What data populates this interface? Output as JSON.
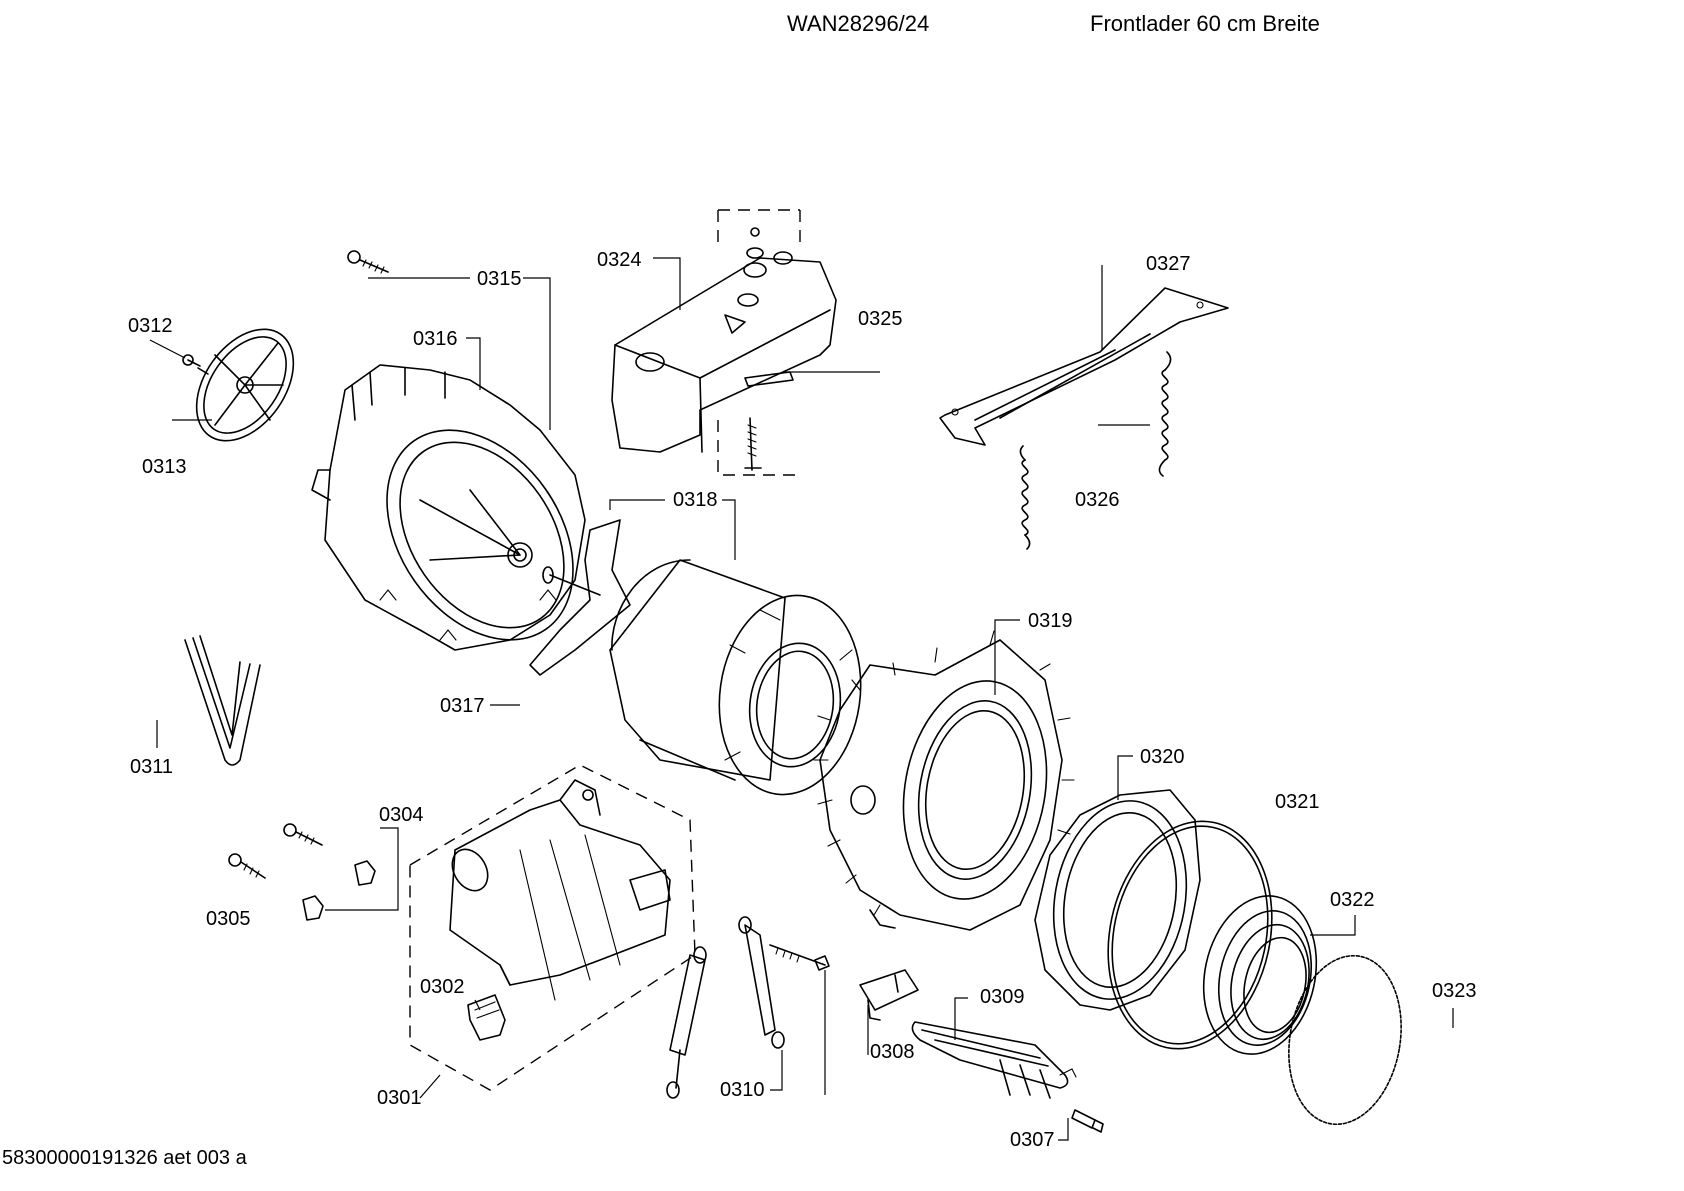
{
  "header": {
    "model": "WAN28296/24",
    "description": "Frontlader 60 cm Breite"
  },
  "footer": {
    "code": "58300000191326 aet 003 a"
  },
  "callouts": {
    "c0301": "0301",
    "c0302": "0302",
    "c0304": "0304",
    "c0305": "0305",
    "c0307": "0307",
    "c0308": "0308",
    "c0309": "0309",
    "c0310": "0310",
    "c0311": "0311",
    "c0312": "0312",
    "c0313": "0313",
    "c0315": "0315",
    "c0316": "0316",
    "c0317": "0317",
    "c0318": "0318",
    "c0319": "0319",
    "c0320": "0320",
    "c0321": "0321",
    "c0322": "0322",
    "c0323": "0323",
    "c0324": "0324",
    "c0325": "0325",
    "c0326": "0326",
    "c0327": "0327"
  }
}
